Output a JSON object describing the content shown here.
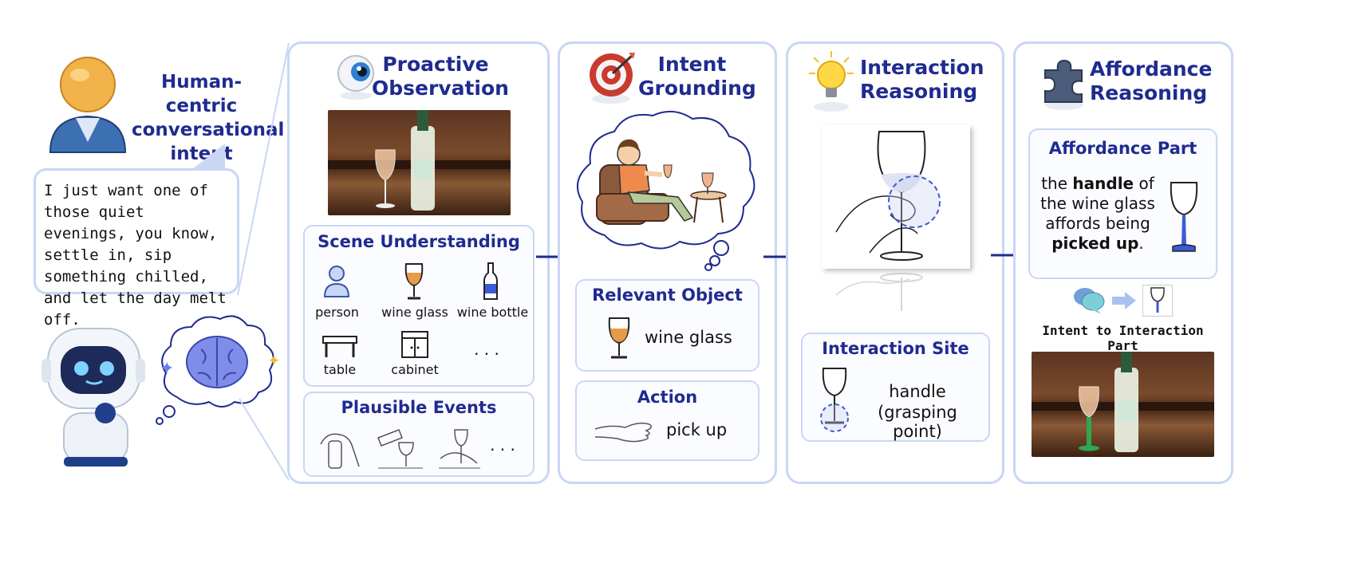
{
  "left": {
    "intent_title": "Human-centric conversational intent",
    "quote": "I just want one of those quiet evenings, you know, settle in, sip something chilled, and let the day melt off."
  },
  "observation": {
    "title": "Proactive Observation",
    "scene_title": "Scene Understanding",
    "objects": [
      "person",
      "wine glass",
      "wine bottle",
      "table",
      "cabinet",
      "· · ·"
    ],
    "events_title": "Plausible Events",
    "events_more": "· · ·"
  },
  "grounding": {
    "title": "Intent Grounding",
    "relevant_title": "Relevant Object",
    "relevant_value": "wine glass",
    "action_title": "Action",
    "action_value": "pick up"
  },
  "interaction": {
    "title": "Interaction Reasoning",
    "site_title": "Interaction Site",
    "site_value_1": "handle",
    "site_value_2": "(grasping point)"
  },
  "affordance": {
    "title": "Affordance Reasoning",
    "part_title": "Affordance Part",
    "sentence_1": "the ",
    "sentence_bold_1": "handle",
    "sentence_2": " of the wine glass affords being ",
    "sentence_bold_2": "picked up",
    "sentence_3": ".",
    "caption": "Intent to Interaction Part"
  },
  "colors": {
    "accent": "#1f2b8f",
    "border": "#c9d6f5",
    "highlight_stem": "#3b5bd6",
    "green_stem": "#2fa84f"
  }
}
